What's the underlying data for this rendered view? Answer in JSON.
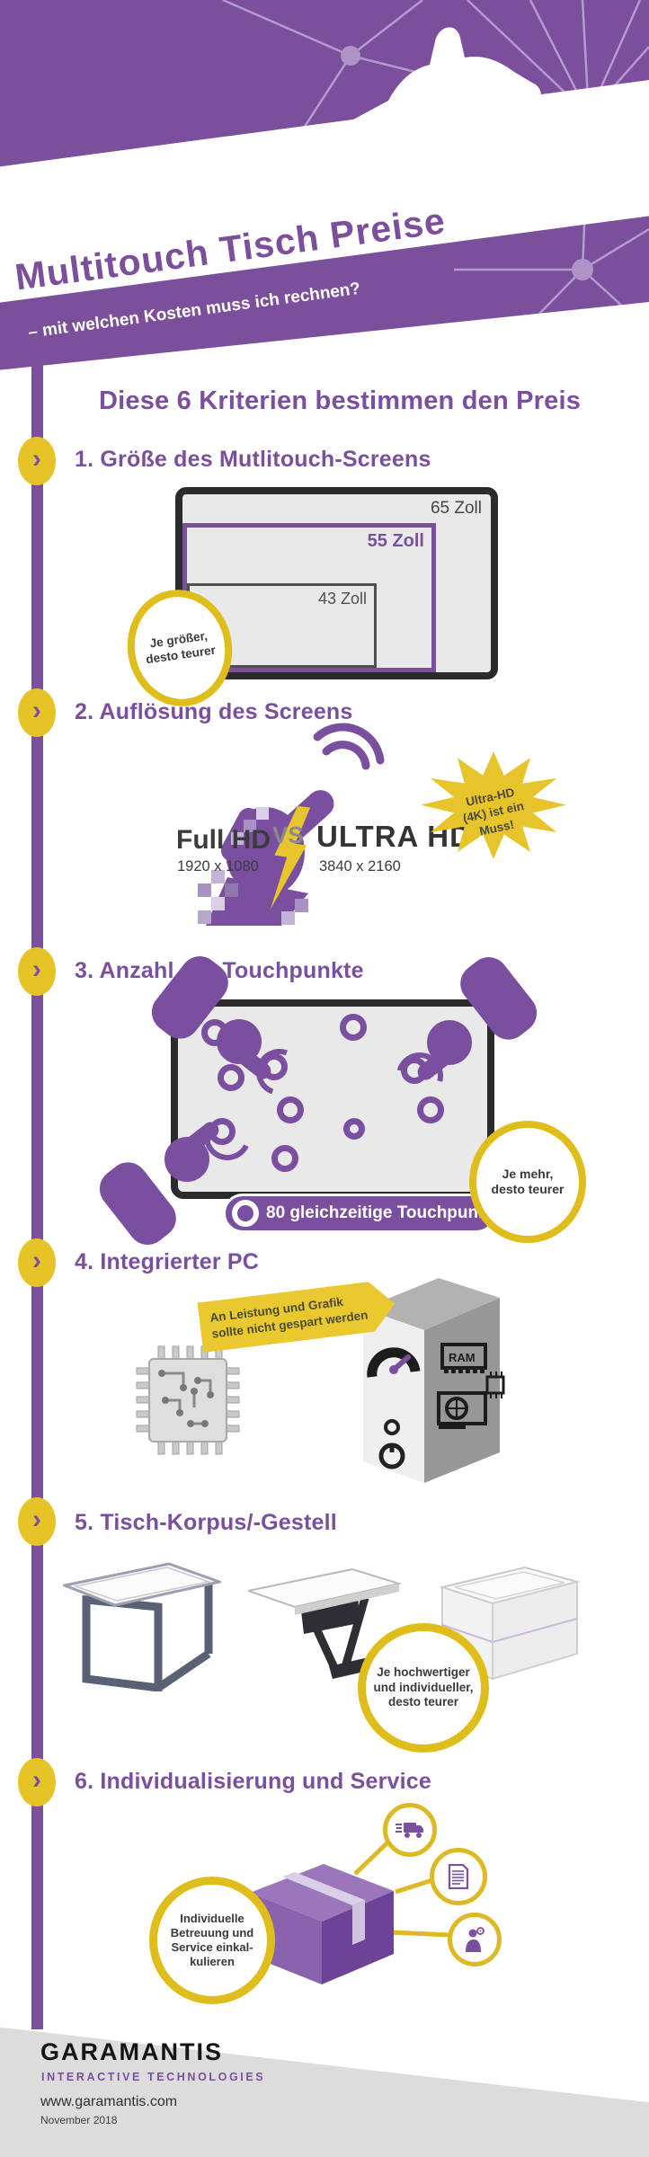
{
  "colors": {
    "purple": "#7b4f9c",
    "yellow": "#e6c327"
  },
  "header": {
    "title": "Multitouch Tisch Preise",
    "subtitle": "– mit welchen Kosten muss ich rechnen?"
  },
  "intro": {
    "heading": "Diese 6 Kriterien bestimmen den Preis"
  },
  "sections": [
    {
      "title": "1. Größe des Mutlitouch-Screens",
      "screen_sizes": [
        {
          "label": "65 Zoll"
        },
        {
          "label": "55 Zoll"
        },
        {
          "label": "43 Zoll"
        }
      ],
      "note": "Je größer,\ndesto teurer"
    },
    {
      "title": "2. Auflösung des Screens",
      "left_label": "Full HD",
      "left_resolution": "1920 x 1080",
      "versus": "VS",
      "right_label": "ULTRA HD",
      "right_resolution": "3840 x 2160",
      "burst_note": "Ultra-HD\n(4K) ist ein\nMuss!"
    },
    {
      "title": "3. Anzahl der Touchpunkte",
      "badge": "80 gleichzeitige Touchpunkte",
      "note": "Je mehr,\ndesto teurer"
    },
    {
      "title": "4. Integrierter PC",
      "banner_note": "An Leistung und Grafik\nsollte nicht gespart werden",
      "pc_label": "RAM"
    },
    {
      "title": "5. Tisch-Korpus/-Gestell",
      "note": "Je hochwertiger\nund individueller,\ndesto teurer"
    },
    {
      "title": "6. Individualisierung und Service",
      "note": "Individuelle\nBetreuung und\nService einkal-\nkulieren"
    }
  ],
  "footer": {
    "brand": "GARAMANTIS",
    "brand_subtitle": "INTERACTIVE TECHNOLOGIES",
    "website": "www.garamantis.com",
    "date": "November 2018"
  }
}
